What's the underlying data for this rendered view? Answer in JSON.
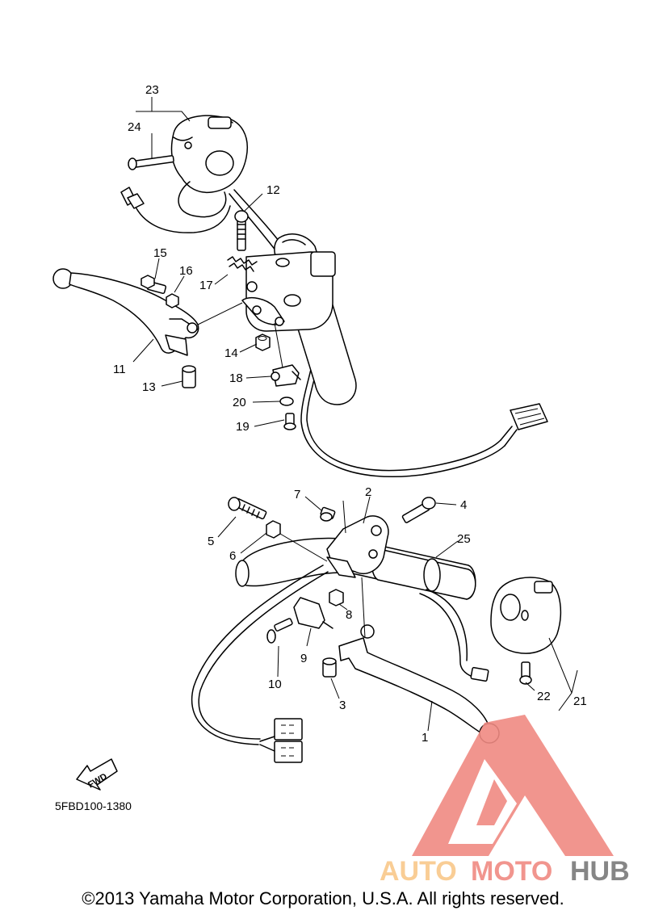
{
  "callouts": {
    "c1": "1",
    "c2": "2",
    "c3": "3",
    "c4": "4",
    "c5": "5",
    "c6": "6",
    "c7": "7",
    "c8": "8",
    "c9": "9",
    "c10": "10",
    "c11": "11",
    "c12": "12",
    "c13": "13",
    "c14": "14",
    "c15": "15",
    "c16": "16",
    "c17": "17",
    "c18": "18",
    "c19": "19",
    "c20": "20",
    "c21": "21",
    "c22": "22",
    "c23": "23",
    "c24": "24",
    "c25": "25"
  },
  "fwd_label": "FWD",
  "diagram_code": "5FBD100-1380",
  "watermark": {
    "brand_part1": "AUTO",
    "brand_part2": "MOTO",
    "brand_part3": "HUB",
    "color_light": "#f9c88a",
    "color_red": "#f08a82",
    "color_gray": "#7a7a7a"
  },
  "copyright": "©2013 Yamaha Motor Corporation, U.S.A. All rights reserved."
}
